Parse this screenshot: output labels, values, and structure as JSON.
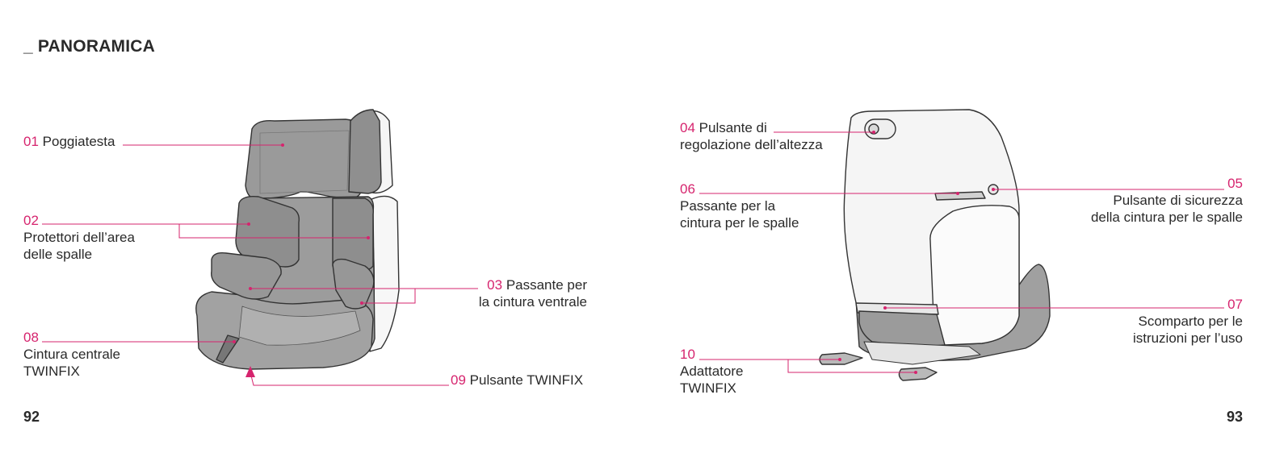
{
  "heading": "_ PANORAMICA",
  "page_left": "92",
  "page_right": "93",
  "accent_color": "#d6246e",
  "callouts": {
    "c01": {
      "num": "01",
      "line1": "Poggiatesta"
    },
    "c02": {
      "num": "02",
      "line1": "Protettori dell’area",
      "line2": "delle spalle"
    },
    "c03": {
      "num": "03",
      "line1": "Passante per",
      "line2": "la cintura ventrale"
    },
    "c08": {
      "num": "08",
      "line1": "Cintura centrale",
      "line2": "TWINFIX"
    },
    "c09": {
      "num": "09",
      "line1": "Pulsante TWINFIX"
    },
    "c04": {
      "num": "04",
      "line1": "Pulsante di",
      "line2": "regolazione dell’altezza"
    },
    "c06": {
      "num": "06",
      "line1": "Passante per la",
      "line2": "cintura per le spalle"
    },
    "c05": {
      "num": "05",
      "line1": "Pulsante di sicurezza",
      "line2": "della cintura per le spalle"
    },
    "c07": {
      "num": "07",
      "line1": "Scomparto per le",
      "line2": "istruzioni per l’uso"
    },
    "c10": {
      "num": "10",
      "line1": "Adattatore",
      "line2": "TWINFIX"
    }
  }
}
